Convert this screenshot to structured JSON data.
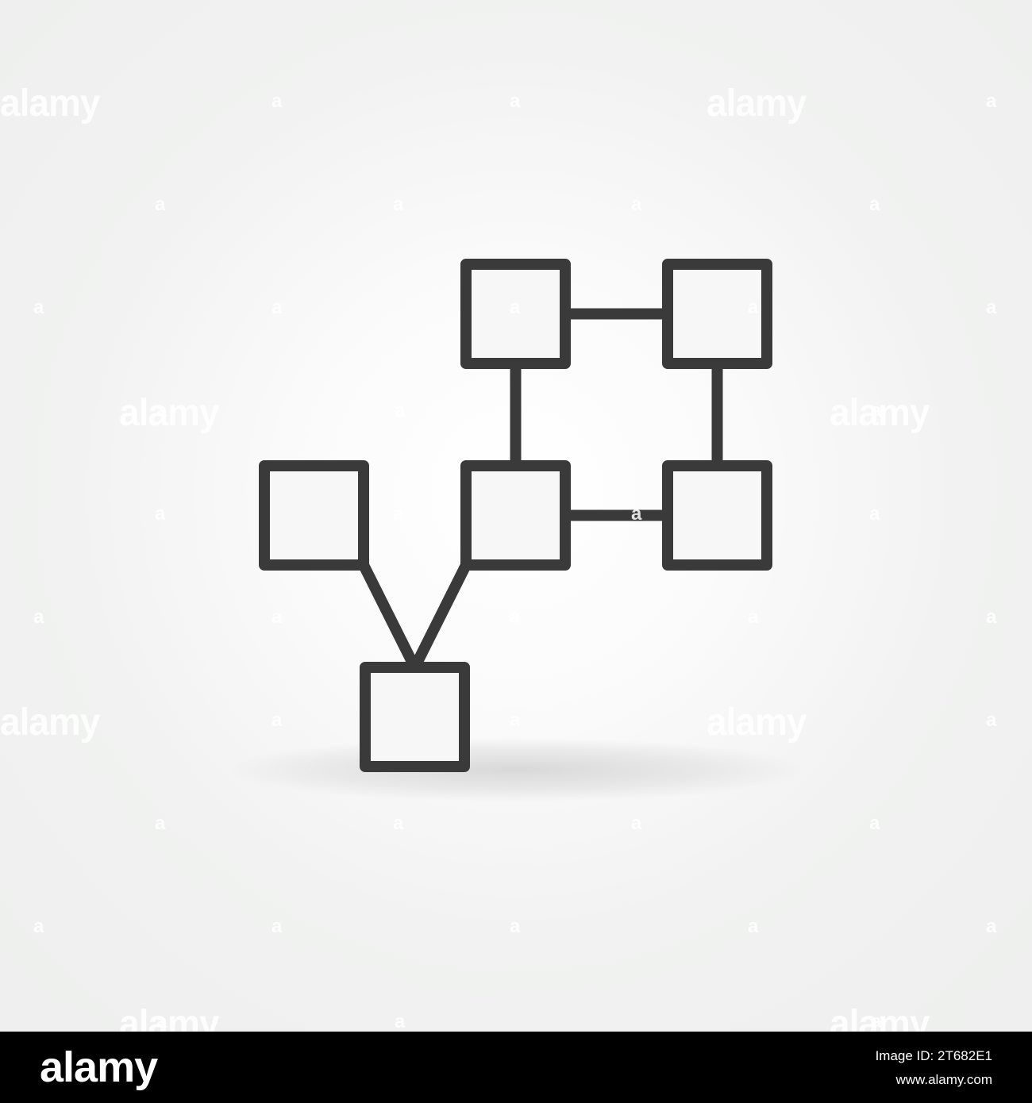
{
  "diagram": {
    "stroke_color": "#3a3a3a",
    "background_color": "#f5f5f5",
    "nodes": [
      "node-top-left",
      "node-top-right",
      "node-middle-center",
      "node-middle-right",
      "node-middle-left",
      "node-bottom"
    ],
    "connections": [
      [
        "node-top-left",
        "node-top-right"
      ],
      [
        "node-top-left",
        "node-middle-center"
      ],
      [
        "node-top-right",
        "node-middle-right"
      ],
      [
        "node-middle-center",
        "node-middle-right"
      ],
      [
        "node-middle-left",
        "node-bottom"
      ],
      [
        "node-middle-center",
        "node-bottom"
      ]
    ]
  },
  "watermark": {
    "text": "alamy",
    "small_mark": "a"
  },
  "footer": {
    "logo": "alamy",
    "image_id_label": "Image ID: 2T682E1",
    "site": "www.alamy.com"
  }
}
